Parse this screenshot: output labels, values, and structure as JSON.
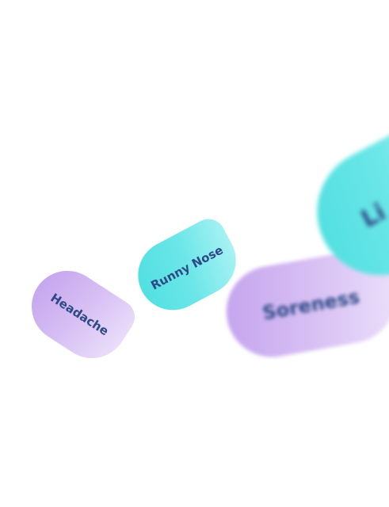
{
  "symptom_chips": [
    {
      "label": "Headache",
      "color": "#c9a8f0"
    },
    {
      "label": "Runny Nose",
      "color": "#5fe2e4"
    },
    {
      "label": "Soreness",
      "color": "#c9a8f0"
    },
    {
      "label": "Li",
      "color": "#5fe2e4"
    }
  ],
  "text_color": "#2d4a86"
}
